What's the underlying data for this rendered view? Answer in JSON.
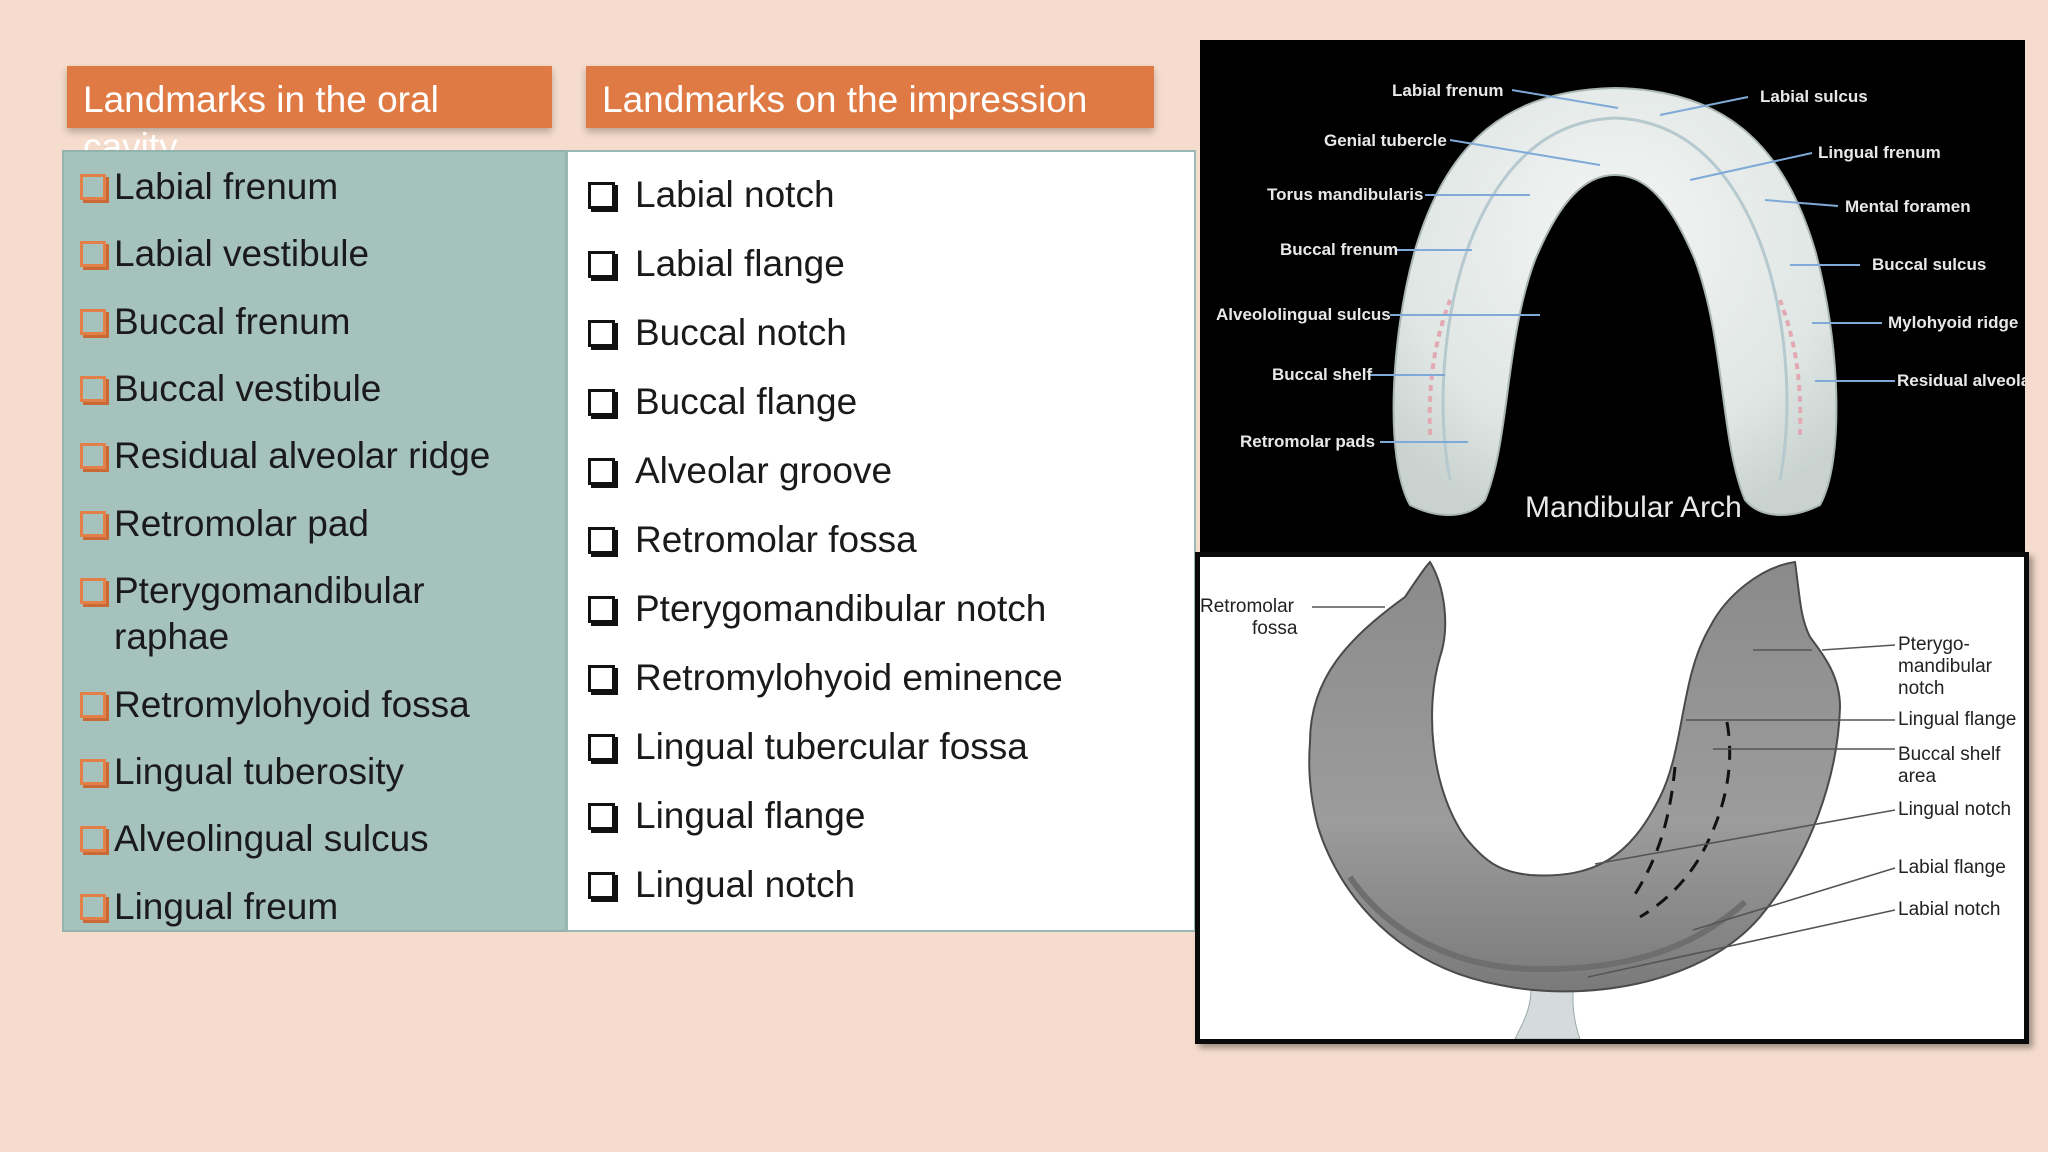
{
  "headers": {
    "left": "Landmarks in the oral cavity",
    "right": "Landmarks on the impression"
  },
  "oral_cavity_items": [
    "Labial frenum",
    "Labial vestibule",
    "Buccal frenum",
    "Buccal vestibule",
    "Residual alveolar ridge",
    "Retromolar pad",
    "Pterygomandibular raphae",
    "Retromylohyoid fossa",
    "Lingual tuberosity",
    "Alveolingual sulcus",
    "Lingual freum"
  ],
  "impression_items": [
    "Labial notch",
    "Labial flange",
    "Buccal notch",
    "Buccal flange",
    "Alveolar groove",
    "Retromolar fossa",
    "Pterygomandibular notch",
    "Retromylohyoid eminence",
    "Lingual tubercular fossa",
    "Lingual flange",
    "Lingual notch"
  ],
  "arch_image": {
    "title": "Mandibular Arch",
    "labels_left": [
      "Labial frenum",
      "Genial tubercle",
      "Torus mandibularis",
      "Buccal frenum",
      "Alveololingual sulcus",
      "Buccal shelf",
      "Retromolar pads"
    ],
    "labels_right": [
      "Labial sulcus",
      "Lingual frenum",
      "Mental foramen",
      "Buccal sulcus",
      "Mylohyoid ridge",
      "Residual alveolar"
    ]
  },
  "impression_image": {
    "label_left_1": "Retromolar",
    "label_left_2": "fossa",
    "label_ptery_1": "Pterygo-",
    "label_ptery_2": "mandibular",
    "label_ptery_3": "notch",
    "label_lingual_flange": "Lingual flange",
    "label_buccal_shelf_1": "Buccal shelf",
    "label_buccal_shelf_2": "area",
    "label_lingual_notch": "Lingual notch",
    "label_labial_flange": "Labial flange",
    "label_labial_notch": "Labial notch"
  },
  "colors": {
    "background": "#f5dccc",
    "header_orange": "#e07a45",
    "left_panel": "#a6c2bd",
    "right_panel": "#ffffff"
  }
}
